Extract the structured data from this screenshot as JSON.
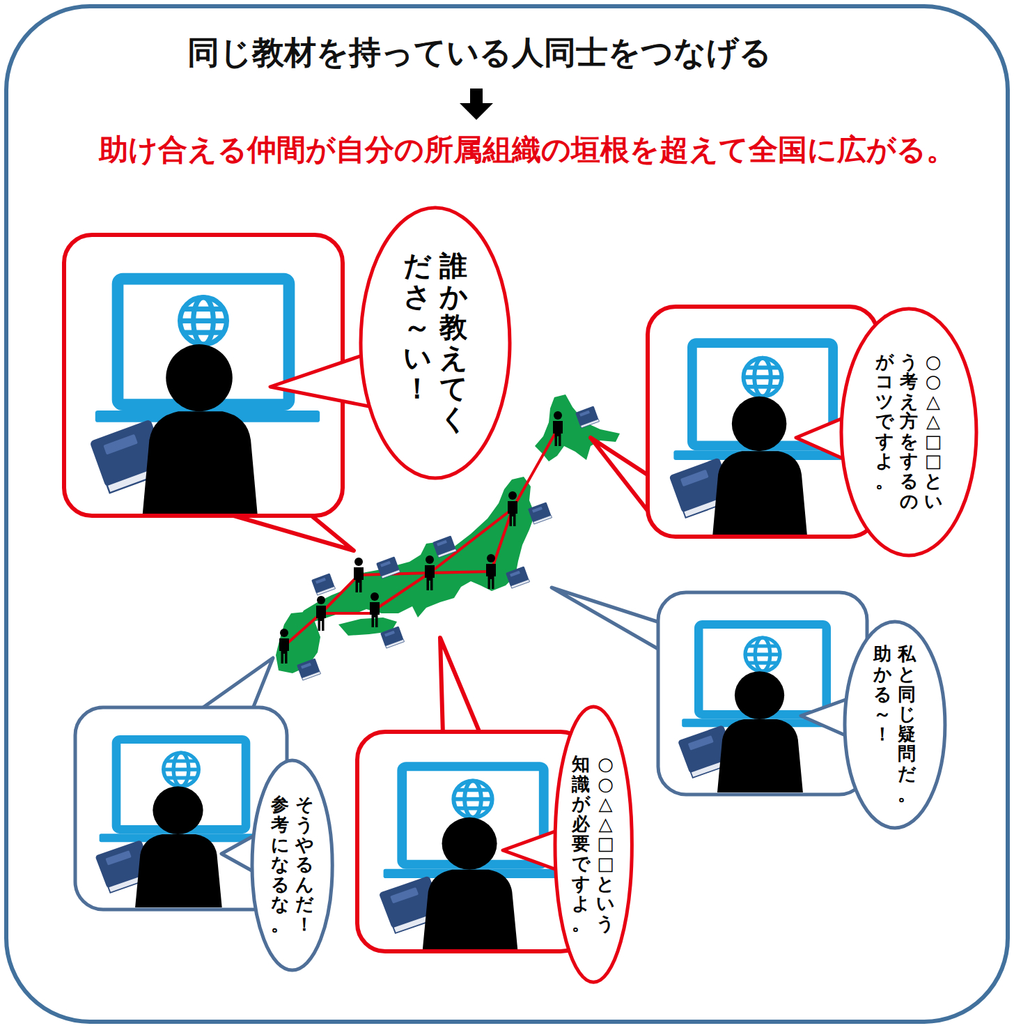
{
  "diagram": {
    "title": "同じ教材を持っている人同士をつなげる",
    "nodes": [
      {
        "text": [
          "誰か教えてくださ～い！"
        ]
      },
      {
        "text": [
          "○○△△□□という考え方をするのがコツですよ。"
        ]
      },
      {
        "text": [
          "私と同じ疑問だ。助かる～！"
        ]
      },
      {
        "text": [
          "○○△△□□という知識が必要ですよ。"
        ]
      },
      {
        "text": [
          "そうやるんだ！参考になるな。"
        ]
      }
    ],
    "labels": [
      "助け合える仲間が自分の所属組織の垣根を超えて全国に広がる。"
    ]
  }
}
